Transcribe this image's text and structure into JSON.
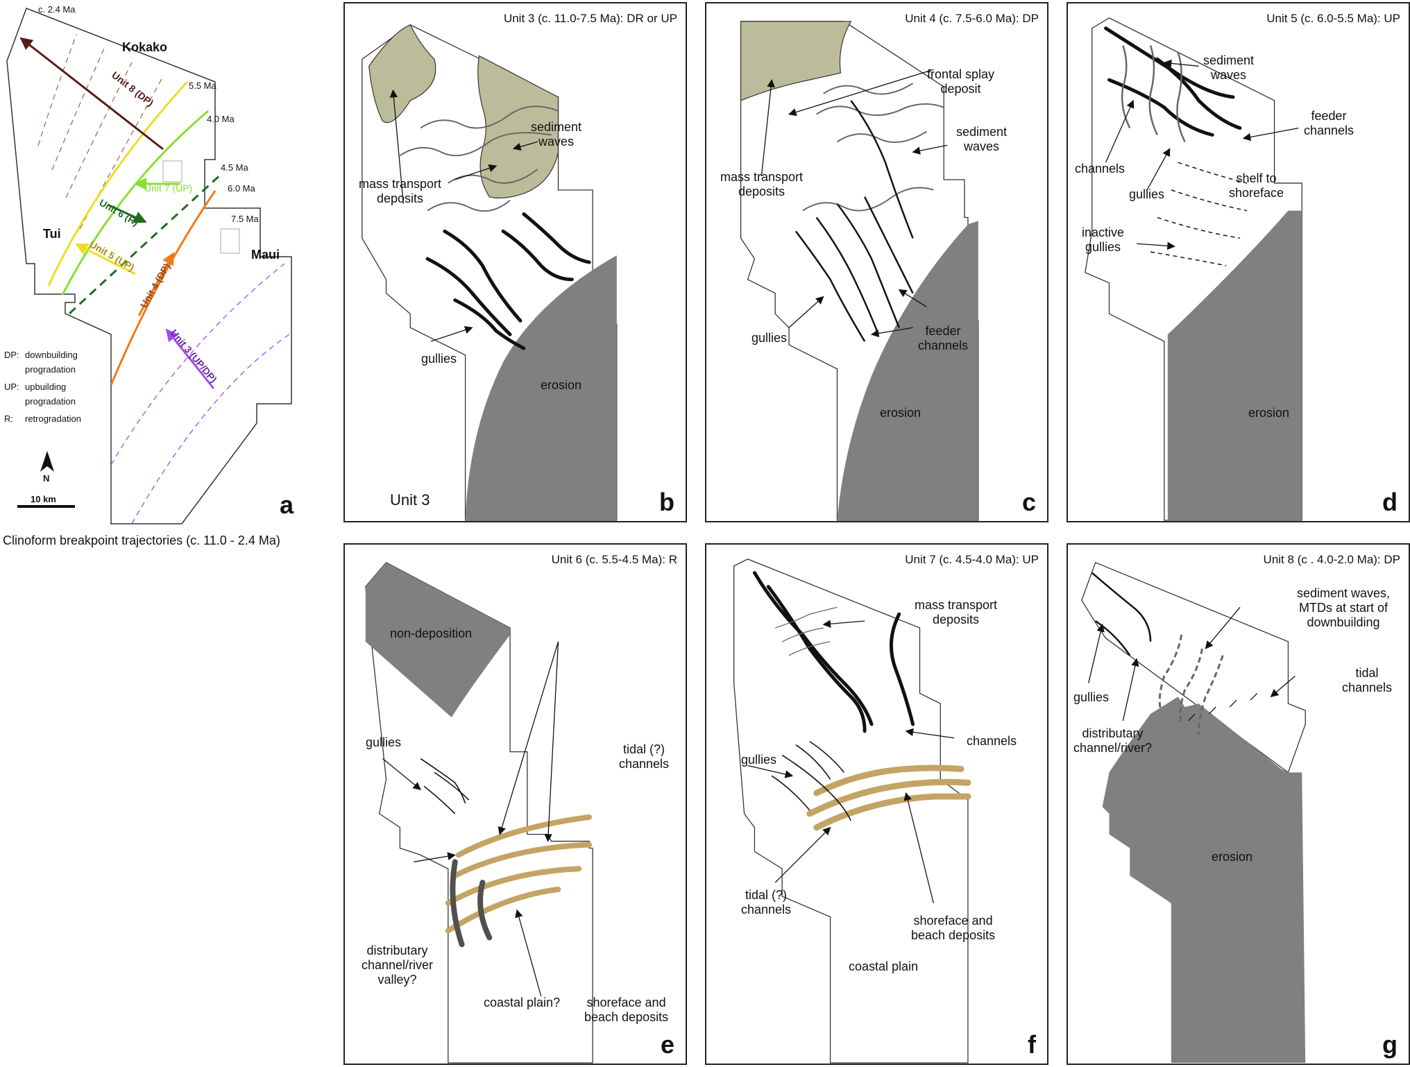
{
  "colors": {
    "mass_transport": "#bcbc9a",
    "erosion": "#808080",
    "tidal": "#c4a464",
    "channel_dark": "#505050",
    "unit3": "#a24bf0",
    "unit4": "#f07a1c",
    "unit5": "#eedd22",
    "unit6": "#1e6e1e",
    "unit7": "#88e030",
    "unit8": "#5a1a1a"
  },
  "panel_a": {
    "letter": "a",
    "place_kokako": "Kokako",
    "place_tui": "Tui",
    "place_maui": "Maui",
    "age_24": "c. 2.4 Ma",
    "age_55": "5.5 Ma",
    "age_40": "4.0 Ma",
    "age_45": "4.5 Ma",
    "age_60": "6.0 Ma",
    "age_75": "7.5 Ma",
    "unit8": "Unit 8 (DP)",
    "unit7": "Unit 7 (UP)",
    "unit6": "Unit 6 (R)",
    "unit5": "Unit 5 (UP)",
    "unit4": "Unit 4 (DP)",
    "unit3": "Unit 3 (UP/DP)",
    "legend_dp_key": "DP:",
    "legend_dp_text1": "downbuilding",
    "legend_dp_text2": "progradation",
    "legend_up_key": "UP:",
    "legend_up_text1": "upbuilding",
    "legend_up_text2": "progradation",
    "legend_r_key": "R:",
    "legend_r_text": "retrogradation",
    "north": "N",
    "scale": "10 km",
    "caption": "Clinoform breakpoint trajectories (c. 11.0 - 2.4 Ma)"
  },
  "panel_b": {
    "title": "Unit 3 (c. 11.0-7.5 Ma): DR or UP",
    "letter": "b",
    "corner": "Unit 3",
    "sediment_waves_1": "sediment",
    "sediment_waves_2": "waves",
    "mtd_1": "mass transport",
    "mtd_2": "deposits",
    "gullies": "gullies",
    "erosion": "erosion"
  },
  "panel_c": {
    "title": "Unit 4 (c. 7.5-6.0 Ma): DP",
    "letter": "c",
    "splay_1": "frontal splay",
    "splay_2": "deposit",
    "sediment_waves_1": "sediment",
    "sediment_waves_2": "waves",
    "mtd_1": "mass transport",
    "mtd_2": "deposits",
    "gullies": "gullies",
    "feeder_1": "feeder",
    "feeder_2": "channels",
    "erosion": "erosion"
  },
  "panel_d": {
    "title": "Unit 5 (c. 6.0-5.5 Ma): UP",
    "letter": "d",
    "sediment_waves_1": "sediment",
    "sediment_waves_2": "waves",
    "feeder_1": "feeder",
    "feeder_2": "channels",
    "channels": "channels",
    "gullies": "gullies",
    "shelf_1": "shelf to",
    "shelf_2": "shoreface",
    "inactive_1": "inactive",
    "inactive_2": "gullies",
    "erosion": "erosion"
  },
  "panel_e": {
    "title": "Unit 6 (c. 5.5-4.5 Ma): R",
    "letter": "e",
    "nondeposition": "non-deposition",
    "gullies": "gullies",
    "tidal_1": "tidal (?)",
    "tidal_2": "channels",
    "distrib_1": "distributary",
    "distrib_2": "channel/river",
    "distrib_3": "valley?",
    "coastal": "coastal plain?",
    "shoreface_1": "shoreface and",
    "shoreface_2": "beach deposits"
  },
  "panel_f": {
    "title": "Unit 7 (c. 4.5-4.0 Ma): UP",
    "letter": "f",
    "mtd_1": "mass transport",
    "mtd_2": "deposits",
    "channels": "channels",
    "gullies": "gullies",
    "tidal_1": "tidal (?)",
    "tidal_2": "channels",
    "shoreface_1": "shoreface and",
    "shoreface_2": "beach deposits",
    "coastal": "coastal plain"
  },
  "panel_g": {
    "title": "Unit 8 (c . 4.0-2.0 Ma): DP",
    "letter": "g",
    "sw_1": "sediment waves,",
    "sw_2": "MTDs at start of",
    "sw_3": "downbuilding",
    "tidal_1": "tidal",
    "tidal_2": "channels",
    "gullies": "gullies",
    "distrib_1": "distributary",
    "distrib_2": "channel/river?",
    "erosion": "erosion"
  }
}
